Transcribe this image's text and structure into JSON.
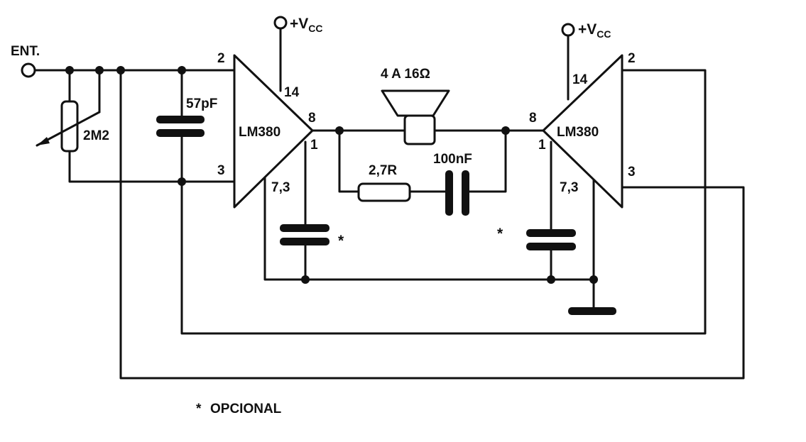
{
  "input": {
    "label": "ENT."
  },
  "supply": {
    "symbol": "+V",
    "subscript": "CC"
  },
  "amp_left": {
    "name": "LM380",
    "pin_in_plus": "2",
    "pin_in_minus": "3",
    "pin_vcc": "14",
    "pin_out": "8",
    "pin_bypass": "1",
    "pin_gnd": "7,3"
  },
  "amp_right": {
    "name": "LM380",
    "pin_in_plus": "2",
    "pin_in_minus": "3",
    "pin_vcc": "14",
    "pin_out": "8",
    "pin_bypass": "1",
    "pin_gnd": "7,3"
  },
  "components": {
    "potentiometer": "2M2",
    "input_capacitor": "57pF",
    "speaker": "4 A 16",
    "speaker_unit": "Ω",
    "resistor": "2,7R",
    "output_capacitor": "100nF"
  },
  "optional_mark": "*",
  "legend": {
    "symbol": "*",
    "text": "OPCIONAL"
  }
}
